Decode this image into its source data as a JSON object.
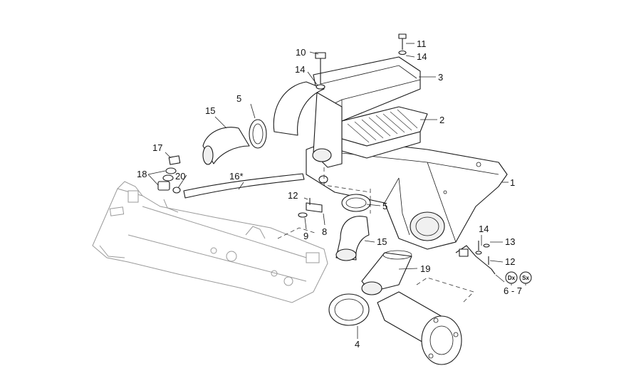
{
  "callouts": {
    "c1": "1",
    "c2": "2",
    "c3": "3",
    "c4": "4",
    "c5a": "5",
    "c5b": "5",
    "c6_7": "6 - 7",
    "c8": "8",
    "c9": "9",
    "c10": "10",
    "c11": "11",
    "c12a": "12",
    "c12b": "12",
    "c13": "13",
    "c14a": "14",
    "c14b": "14",
    "c14c": "14",
    "c15a": "15",
    "c15b": "15",
    "c16": "16*",
    "c17": "17",
    "c18": "18",
    "c19": "19",
    "c20": "20"
  },
  "badges": {
    "dx": "Dx",
    "sx": "Sx"
  }
}
